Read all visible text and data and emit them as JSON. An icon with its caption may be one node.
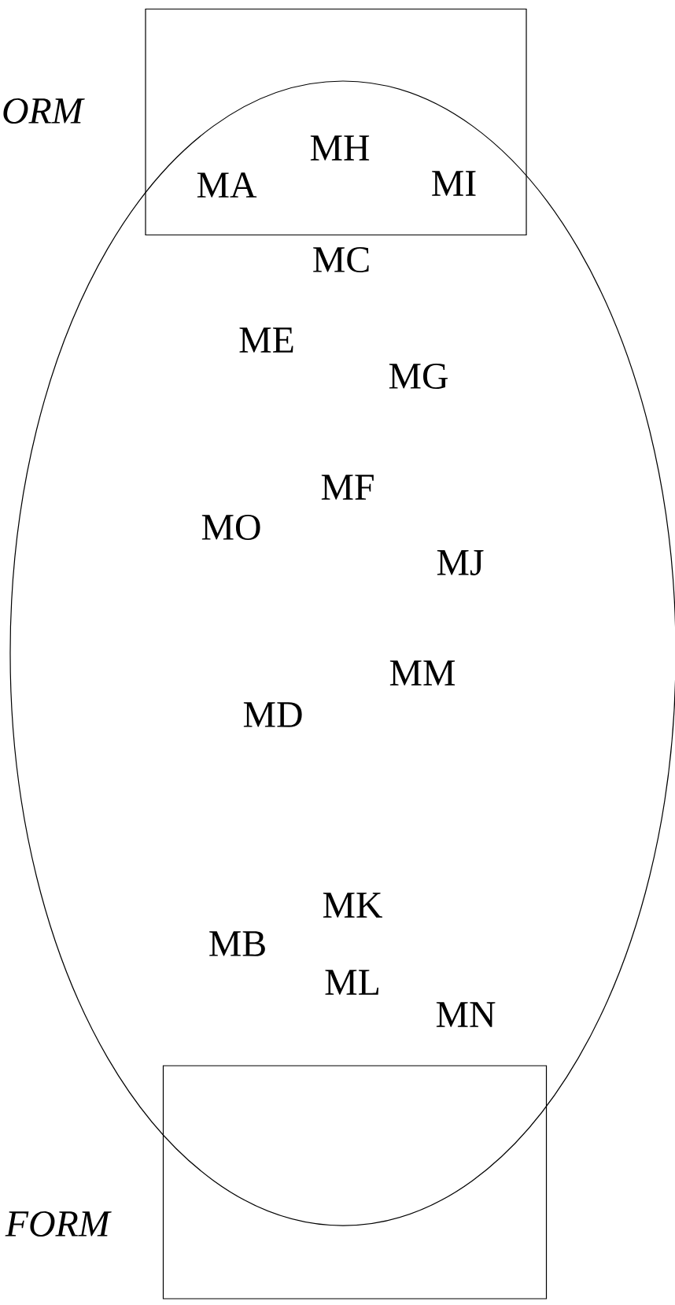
{
  "diagram": {
    "nodes": [
      {
        "text": [],
        "shape": "box"
      },
      {
        "text": [],
        "shape": "ellipse"
      },
      {
        "text": [],
        "shape": "box"
      }
    ],
    "labels": [
      "ORM",
      "MH",
      "MA",
      "MI",
      "MC",
      "ME",
      "MG",
      "MF",
      "MO",
      "MJ",
      "MM",
      "MD",
      "MK",
      "MB",
      "ML",
      "MN",
      "FORM"
    ]
  }
}
